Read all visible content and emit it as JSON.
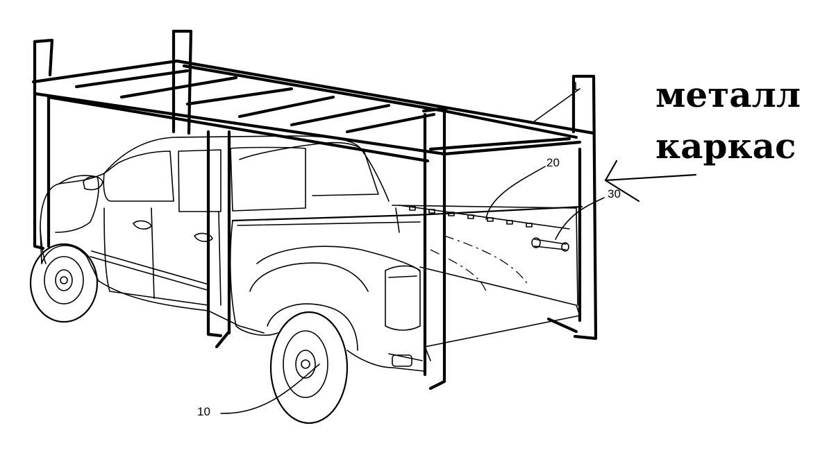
{
  "annotation": {
    "line1": "металл",
    "line2": "каркас"
  },
  "reference_labels": {
    "frame": "1",
    "bed_rail": "20",
    "tie_down": "30",
    "truck": "10"
  }
}
